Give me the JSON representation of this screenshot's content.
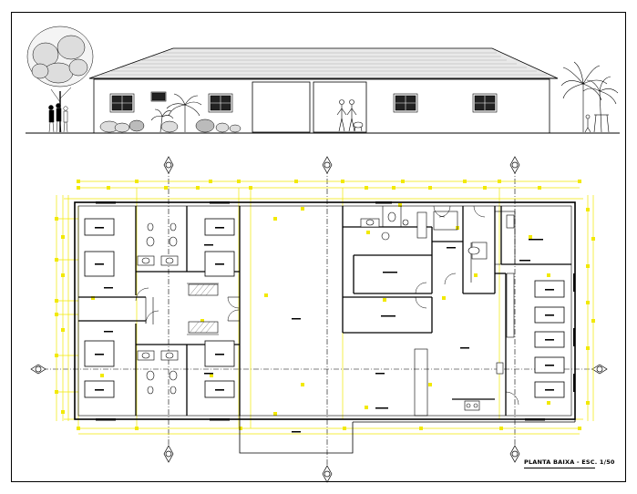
{
  "drawing": {
    "title": "PLANTA BAIXA - ESC. 1/50"
  },
  "colors": {
    "background": "#ffffff",
    "line": "#000000",
    "dimension": "#f2e900",
    "hatch": "#555555"
  },
  "elements": {
    "elevation": "front-elevation",
    "plan": "floor-plan",
    "axis_markers": [
      "grid-axis-top",
      "grid-axis-bottom",
      "grid-axis-left"
    ]
  }
}
